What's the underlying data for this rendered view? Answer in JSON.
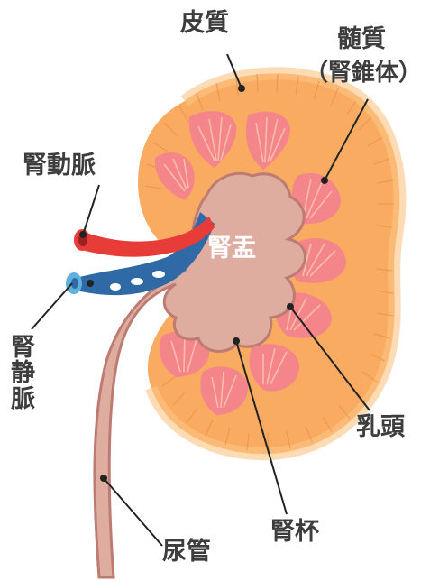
{
  "labels": {
    "cortex": "皮質",
    "medulla": "髄質",
    "medulla_sub": "（腎錐体）",
    "renal_artery": "腎動脈",
    "renal_vein": [
      "腎",
      "静",
      "脈"
    ],
    "renal_pelvis": "腎盂",
    "papilla": "乳頭",
    "calyx": "腎杯",
    "ureter": "尿管"
  },
  "colors": {
    "cortex": "#f9ab62",
    "cortex_outer": "#fbc584",
    "medulla": "#f4858a",
    "medulla_stripe": "#fcc3ae",
    "pelvis": "#dfaca0",
    "pelvis_edge": "#bd7c73",
    "artery": "#e73c37",
    "vein": "#2f6aa6",
    "vein_light": "#5fb0dc",
    "text": "#3d3d3d",
    "leader": "#222222"
  }
}
